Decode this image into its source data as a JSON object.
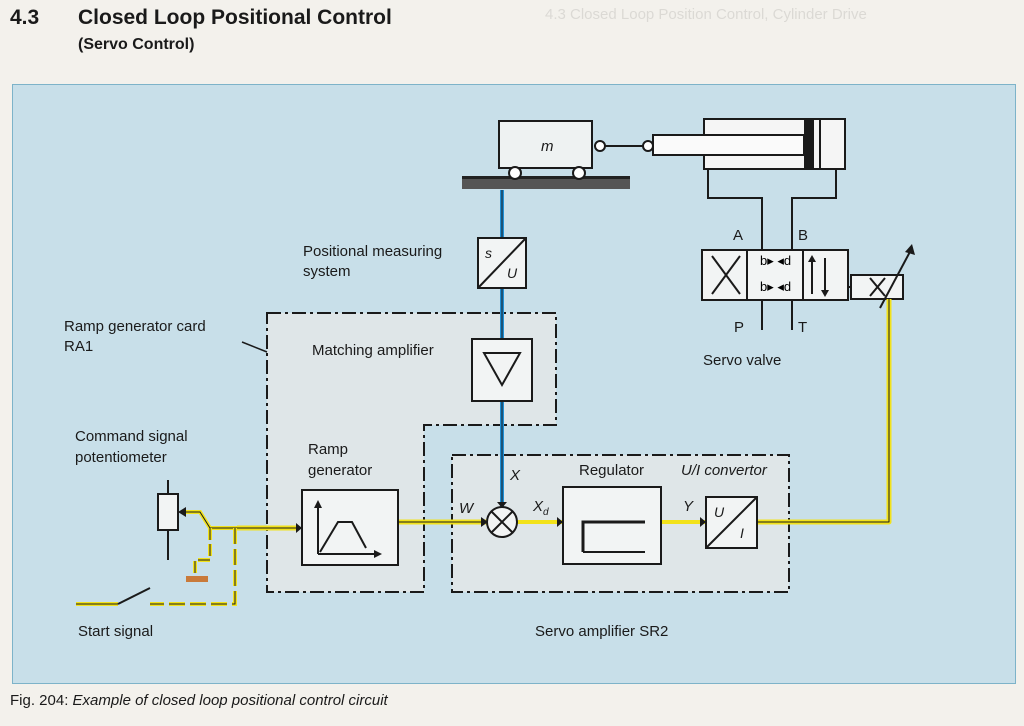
{
  "header": {
    "section_number": "4.3",
    "title": "Closed Loop Positional Control",
    "subtitle": "(Servo Control)",
    "ghost_text": "4.3   Closed Loop Position Control, Cylinder Drive"
  },
  "diagram": {
    "mass_label": "m",
    "positional_measuring_system": "Positional  measuring",
    "positional_measuring_system_2": "system",
    "sensor_top": "s",
    "sensor_bottom": "U",
    "ramp_generator_card": "Ramp generator card",
    "ramp_generator_card_id": "RA1",
    "matching_amplifier": "Matching amplifier",
    "command_signal": "Command  signal",
    "command_signal_2": "potentiometer",
    "ramp_generator": "Ramp",
    "ramp_generator_2": "generator",
    "start_signal": "Start signal",
    "signal_x": "X",
    "signal_w": "W",
    "signal_xd": "X",
    "signal_xd_sub": "d",
    "signal_y": "Y",
    "regulator": "Regulator",
    "ui_convertor": "U/I convertor",
    "ui_top": "U",
    "ui_bottom": "I",
    "servo_amplifier": "Servo amplifier SR2",
    "servo_valve": "Servo valve",
    "port_a": "A",
    "port_b": "B",
    "port_p": "P",
    "port_t": "T"
  },
  "caption": {
    "prefix": "Fig. 204:",
    "text": "Example of closed loop positional control circuit"
  },
  "colors": {
    "panel": "#c8dfe9",
    "signal_yellow": "#f2e21a",
    "signal_blue": "#1f8fd6",
    "line_dark": "#1a1a1a",
    "box_fill": "#e8ecec"
  }
}
